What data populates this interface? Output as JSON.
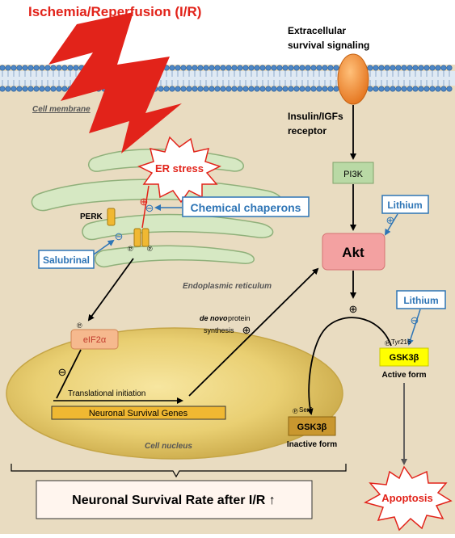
{
  "title": "Ischemia/Reperfusion (I/R)",
  "membrane": {
    "label": "Cell membrane",
    "extracellular": [
      "Extracellular",
      "survival signaling"
    ],
    "receptor": [
      "Insulin/IGFs",
      "receptor"
    ]
  },
  "er": {
    "stress_label": "ER stress",
    "label": "Endoplasmic reticulum",
    "perk": "PERK",
    "plus_sign": "⊕",
    "minus_sign": "⊖",
    "phospho_sign": "℗"
  },
  "chemical_chaperons": "Chemical chaperons",
  "salubrinal": "Salubrinal",
  "pi3k": "PI3K",
  "lithium_1": "Lithium",
  "lithium_2": "Lithium",
  "akt": "Akt",
  "eif2a": "eIF2α",
  "nucleus": {
    "label": "Cell nucleus",
    "translational": "Translational initiation",
    "genes": "Neuronal Survival Genes"
  },
  "de_novo": [
    "de novo",
    " protein",
    "synthesis"
  ],
  "gsk_active": {
    "superscript": "Tyr216",
    "label": "GSK3β",
    "state": "Active form"
  },
  "gsk_inactive": {
    "superscript": "Ser9",
    "label": "GSK3β",
    "state": "Inactive form"
  },
  "apoptosis": "Apoptosis",
  "survival_rate": "Neuronal Survival Rate after I/R ↑",
  "colors": {
    "background": "#e9dcc1",
    "title_red": "#e2231a",
    "lithium_blue": "#2e75b6",
    "akt_pink": "#f3a1a1",
    "pi3k_green": "#b9d9a5",
    "gsk_yellow": "#ffff00",
    "receptor_orange": "#f38a2c",
    "genes_gold": "#f0b832"
  }
}
